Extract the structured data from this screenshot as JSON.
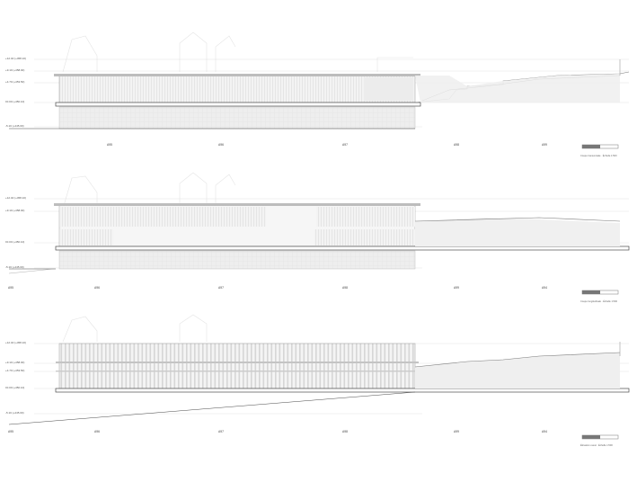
{
  "drawing": {
    "type": "architectural section/elevation sheet",
    "colors": {
      "line": "#9a9a9a",
      "dark": "#4a4a4a",
      "hatch": "#e9e9e9",
      "paper": "#ffffff"
    }
  },
  "sections": [
    {
      "levels": [
        "+12.40 (+458.10)",
        "+9.10 (+458.00)",
        "+4.70 (+453.50)",
        "±0.00 (+450.10)",
        "-5.10 (+445.00)"
      ],
      "axes": [
        "A95",
        "A96",
        "A97",
        "A98",
        "A99"
      ],
      "caption": "Coupe transversale · Échelle 1:500"
    },
    {
      "levels": [
        "+12.40 (+458.10)",
        "+9.10 (+458.00)",
        "±0.00 (+450.10)",
        "-5.10 (+445.00)"
      ],
      "axes": [
        "A95",
        "A96",
        "A97",
        "A98",
        "A99",
        "A94"
      ],
      "caption": "Coupe longitudinale · Échelle 1:500"
    },
    {
      "levels": [
        "+12.40 (+458.10)",
        "+9.10 (+458.00)",
        "+4.70 (+453.50)",
        "±0.00 (+450.10)",
        "-5.10 (+445.00)"
      ],
      "axes": [
        "A95",
        "A96",
        "A97",
        "A98",
        "A99",
        "A94"
      ],
      "caption": "Élévation ouest · Échelle 1:500"
    }
  ]
}
